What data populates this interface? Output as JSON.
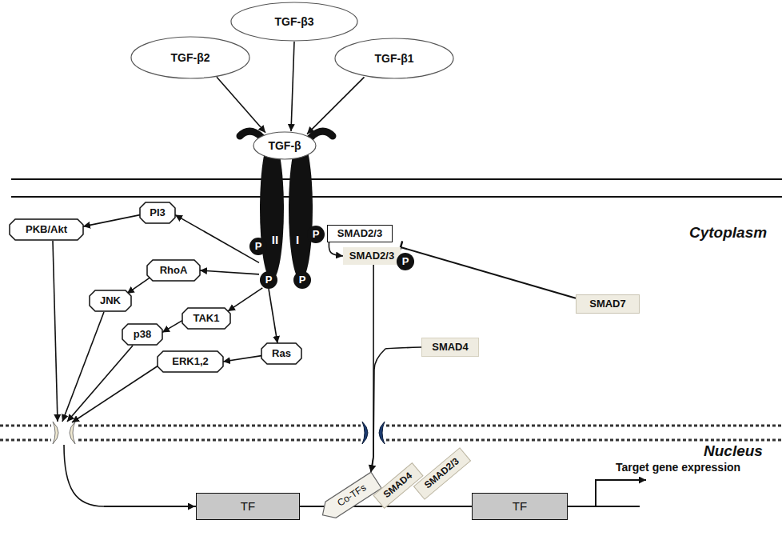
{
  "diagram": {
    "nodes": [
      {
        "text": [
          "TGF-β3"
        ]
      },
      {
        "text": [
          "TGF-β2"
        ]
      },
      {
        "text": [
          "TGF-β1"
        ]
      },
      {
        "text": [
          "TGF-β"
        ]
      },
      {
        "text": [
          "II"
        ]
      },
      {
        "text": [
          "P"
        ],
        "in": 4
      },
      {
        "text": [
          "P"
        ],
        "in": 4
      },
      {
        "text": [
          "I"
        ]
      },
      {
        "text": [
          "P"
        ],
        "in": 7
      },
      {
        "text": [
          "P"
        ],
        "in": 7
      },
      {
        "text": [
          "SMAD2/3"
        ]
      },
      {
        "text": [
          "SMAD2/3"
        ]
      },
      {
        "text": [
          "P"
        ],
        "in": 11
      },
      {
        "text": [
          "PKB/Akt"
        ]
      },
      {
        "text": [
          "PI3"
        ]
      },
      {
        "text": [
          "RhoA"
        ]
      },
      {
        "text": [
          "JNK"
        ]
      },
      {
        "text": [
          "TAK1"
        ]
      },
      {
        "text": [
          "p38"
        ]
      },
      {
        "text": [
          "Ras"
        ]
      },
      {
        "text": [
          "ERK1,2"
        ]
      },
      {
        "text": [
          "SMAD7"
        ]
      },
      {
        "text": [
          "SMAD4"
        ]
      },
      {
        "text": [
          "TF"
        ]
      },
      {
        "text": [
          "Co-TFs"
        ]
      },
      {
        "text": [
          "SMAD4"
        ]
      },
      {
        "text": [
          "SMAD2/3"
        ]
      },
      {
        "text": [
          "TF"
        ]
      }
    ],
    "edges": [
      {
        "from": 0,
        "to": 3,
        "arrow": "to"
      },
      {
        "from": 1,
        "to": 3,
        "arrow": "to"
      },
      {
        "from": 2,
        "to": 3,
        "arrow": "to"
      },
      {
        "from": 4,
        "to": 14,
        "arrow": "to"
      },
      {
        "from": 4,
        "to": 15,
        "arrow": "to"
      },
      {
        "from": 6,
        "to": 17,
        "arrow": "to"
      },
      {
        "from": 6,
        "to": 19,
        "arrow": "to"
      },
      {
        "from": 14,
        "to": 13,
        "arrow": "to"
      },
      {
        "from": 15,
        "to": 16,
        "arrow": "to"
      },
      {
        "from": 17,
        "to": 18,
        "arrow": "to"
      },
      {
        "from": 19,
        "to": 20,
        "arrow": "to"
      },
      {
        "from": 10,
        "to": 11,
        "arrow": "to"
      },
      {
        "from": 21,
        "to": 11,
        "arrow": "to"
      },
      {
        "from": 11,
        "to": 24,
        "arrow": "to"
      },
      {
        "from": 22,
        "to": 24,
        "arrow": "to"
      }
    ],
    "labels": [
      "Cytoplasm",
      "Nucleus",
      "Target gene expression"
    ]
  }
}
